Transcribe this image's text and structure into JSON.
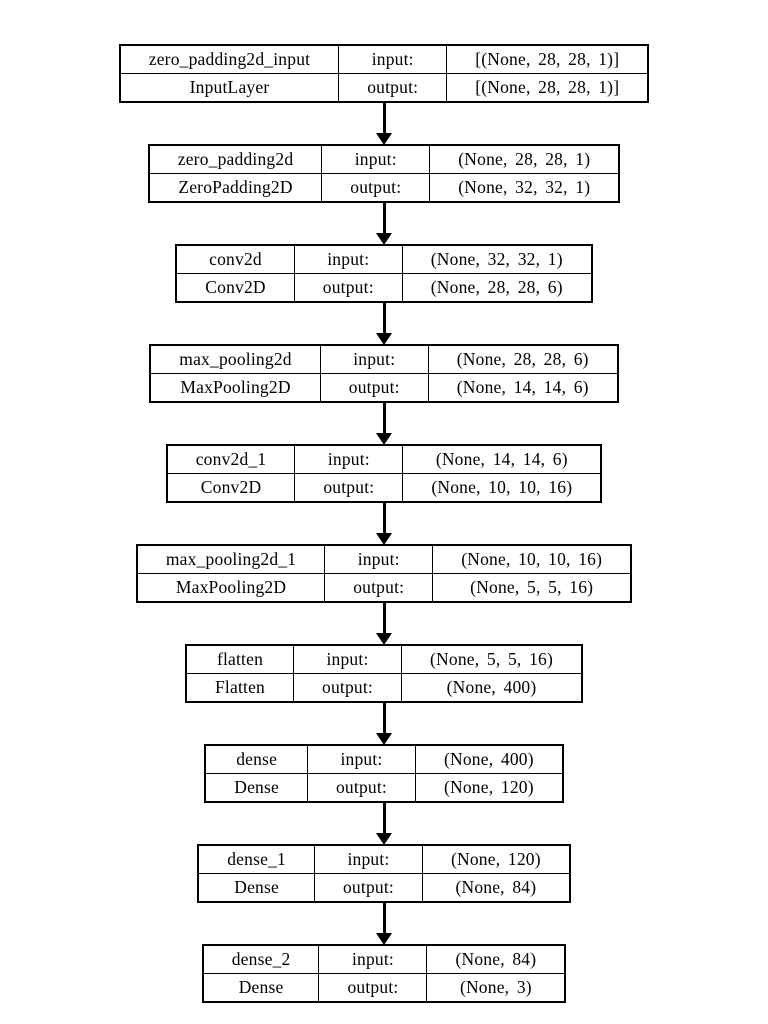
{
  "labels": {
    "input": "input:",
    "output": "output:"
  },
  "layers": [
    {
      "name": "zero_padding2d_input",
      "type": "InputLayer",
      "input_shape": "[(None, 28, 28, 1)]",
      "output_shape": "[(None, 28, 28, 1)]"
    },
    {
      "name": "zero_padding2d",
      "type": "ZeroPadding2D",
      "input_shape": "(None, 28, 28, 1)",
      "output_shape": "(None, 32, 32, 1)"
    },
    {
      "name": "conv2d",
      "type": "Conv2D",
      "input_shape": "(None, 32, 32, 1)",
      "output_shape": "(None, 28, 28, 6)"
    },
    {
      "name": "max_pooling2d",
      "type": "MaxPooling2D",
      "input_shape": "(None, 28, 28, 6)",
      "output_shape": "(None, 14, 14, 6)"
    },
    {
      "name": "conv2d_1",
      "type": "Conv2D",
      "input_shape": "(None, 14, 14, 6)",
      "output_shape": "(None, 10, 10, 16)"
    },
    {
      "name": "max_pooling2d_1",
      "type": "MaxPooling2D",
      "input_shape": "(None, 10, 10, 16)",
      "output_shape": "(None, 5, 5, 16)"
    },
    {
      "name": "flatten",
      "type": "Flatten",
      "input_shape": "(None, 5, 5, 16)",
      "output_shape": "(None, 400)"
    },
    {
      "name": "dense",
      "type": "Dense",
      "input_shape": "(None, 400)",
      "output_shape": "(None, 120)"
    },
    {
      "name": "dense_1",
      "type": "Dense",
      "input_shape": "(None, 120)",
      "output_shape": "(None, 84)"
    },
    {
      "name": "dense_2",
      "type": "Dense",
      "input_shape": "(None, 84)",
      "output_shape": "(None, 3)"
    }
  ],
  "colors": {
    "border": "#000000",
    "text": "#000000",
    "background": "#ffffff"
  }
}
